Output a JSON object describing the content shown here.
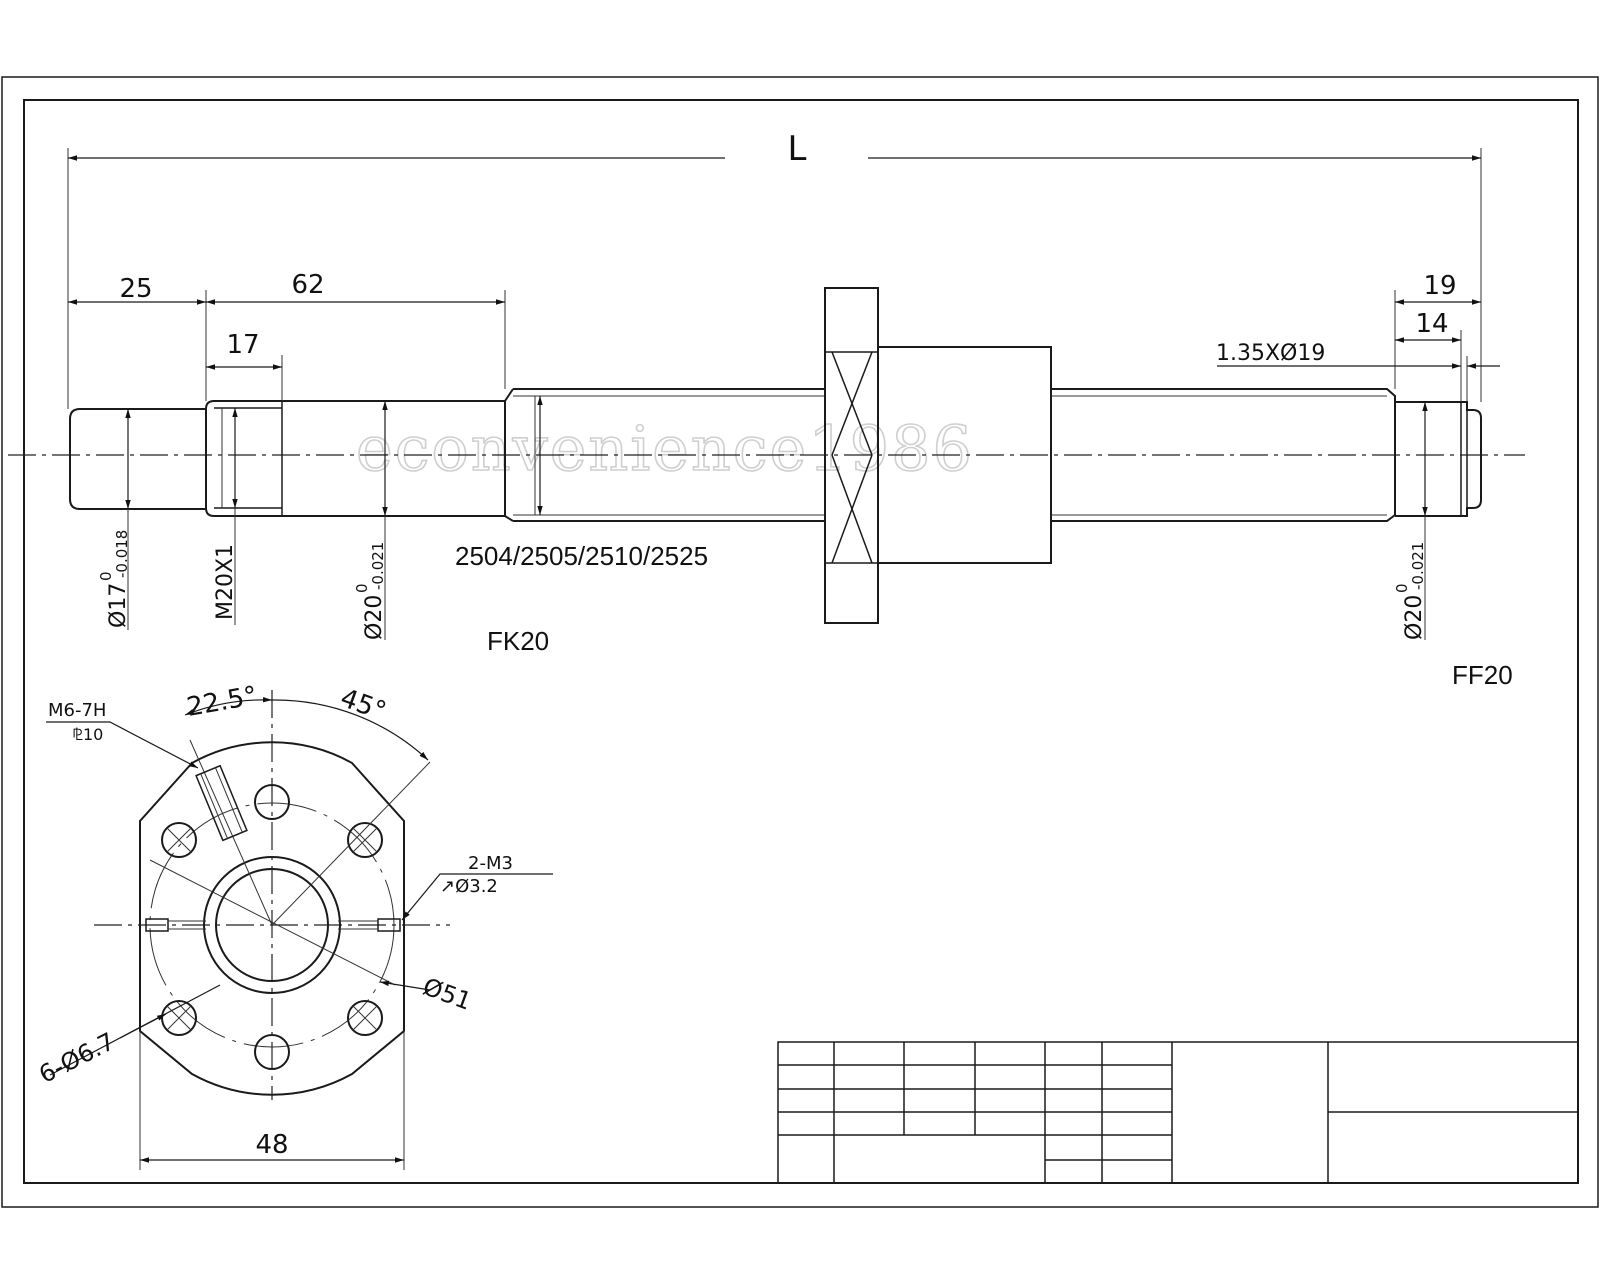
{
  "watermark": "econvenience1986",
  "dimensions": {
    "length": "L",
    "d25": "25",
    "d62": "62",
    "d17": "17",
    "d19": "19",
    "d14": "14",
    "groove": "1.35XØ19",
    "dia17_main": "Ø17",
    "dia17_upper": "0",
    "dia17_lower": "-0.018",
    "thread": "M20X1",
    "dia20_main": "Ø20",
    "dia20_upper": "0",
    "dia20_lower": "-0.021",
    "dia20r_main": "Ø20",
    "dia20r_upper": "0",
    "dia20r_lower": "-0.021"
  },
  "labels": {
    "models": "2504/2505/2510/2525",
    "fk": "FK20",
    "ff": "FF20"
  },
  "flange": {
    "angle1": "22.5°",
    "angle2": "45°",
    "tap": "M6-7H",
    "tap_depth": "⅊10",
    "screw": "2-M3",
    "screw_hole": "↗Ø3.2",
    "pcd": "Ø51",
    "holes": "6-Ø6.7",
    "width": "48"
  }
}
